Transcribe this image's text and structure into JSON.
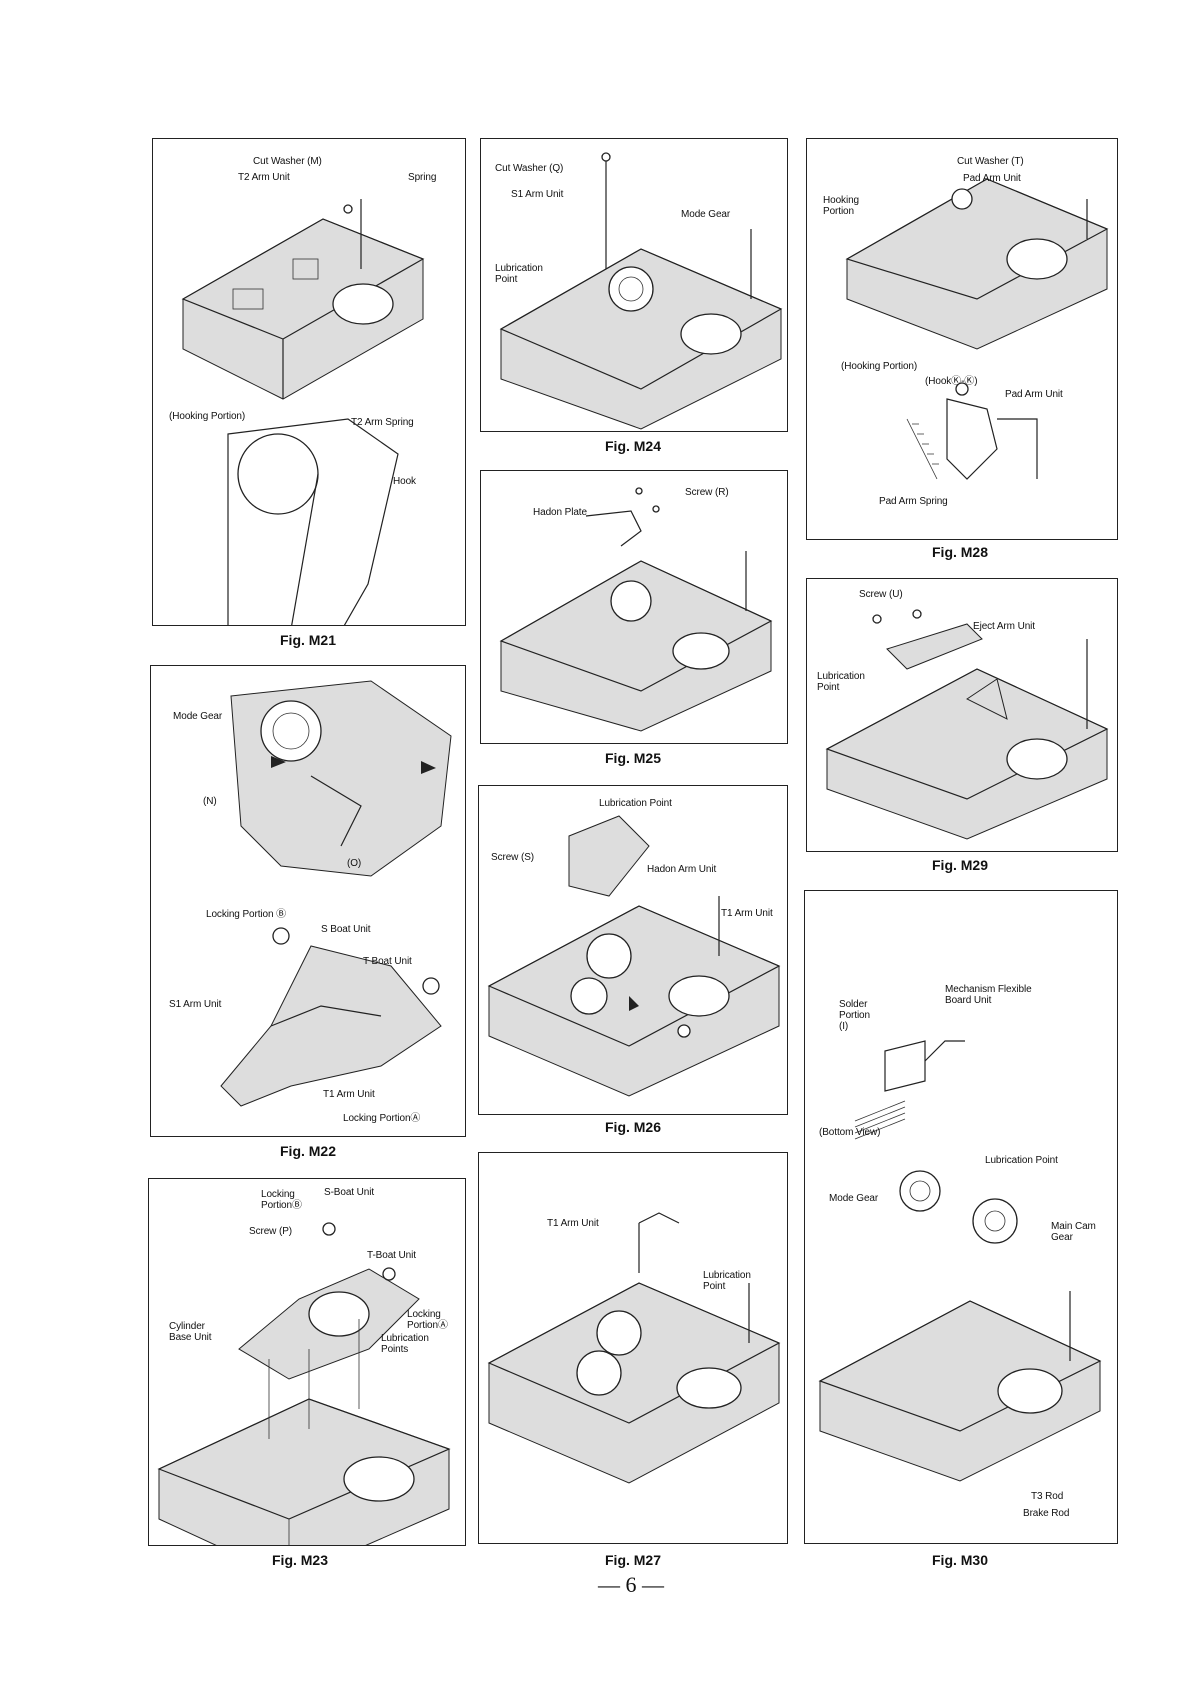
{
  "page_number": "— 6 —",
  "figures": {
    "m21": {
      "caption": "Fig. M21",
      "labels": [
        "Cut Washer (M)",
        "T2 Arm Unit",
        "Spring",
        "(Hooking Portion)",
        "T2 Arm Spring",
        "Hook"
      ]
    },
    "m22": {
      "caption": "Fig. M22",
      "labels": [
        "Mode Gear",
        "(N)",
        "(O)",
        "Locking Portion Ⓑ",
        "S Boat Unit",
        "T Boat Unit",
        "S1 Arm Unit",
        "T1 Arm Unit",
        "Locking PortionⒶ"
      ]
    },
    "m23": {
      "caption": "Fig. M23",
      "labels": [
        "Locking\nPortionⒷ",
        "S-Boat Unit",
        "Screw (P)",
        "T-Boat Unit",
        "Cylinder\nBase Unit",
        "Locking\nPortionⒶ",
        "Lubrication\nPoints"
      ]
    },
    "m24": {
      "caption": "Fig. M24",
      "labels": [
        "Cut Washer (Q)",
        "S1 Arm Unit",
        "Mode Gear",
        "Lubrication\nPoint"
      ]
    },
    "m25": {
      "caption": "Fig. M25",
      "labels": [
        "Screw (R)",
        "Hadon Plate"
      ]
    },
    "m26": {
      "caption": "Fig. M26",
      "labels": [
        "Lubrication Point",
        "Screw (S)",
        "Hadon Arm Unit",
        "T1 Arm Unit"
      ]
    },
    "m27": {
      "caption": "Fig. M27",
      "labels": [
        "T1 Arm Unit",
        "Lubrication\nPoint"
      ]
    },
    "m28": {
      "caption": "Fig. M28",
      "labels": [
        "Cut Washer (T)",
        "Pad Arm Unit",
        "Hooking\nPortion",
        "(Hooking Portion)",
        "(HookⓀ-Ⓚ)",
        "Pad Arm Unit",
        "Pad Arm Spring"
      ]
    },
    "m29": {
      "caption": "Fig. M29",
      "labels": [
        "Screw (U)",
        "Eject Arm Unit",
        "Lubrication\nPoint"
      ]
    },
    "m30": {
      "caption": "Fig. M30",
      "labels": [
        "Mechanism Flexible\nBoard Unit",
        "Solder\nPortion\n(I)",
        "(Bottom View)",
        "Lubrication Point",
        "Mode Gear",
        "Main Cam\nGear",
        "T3 Rod",
        "Brake Rod"
      ]
    }
  }
}
